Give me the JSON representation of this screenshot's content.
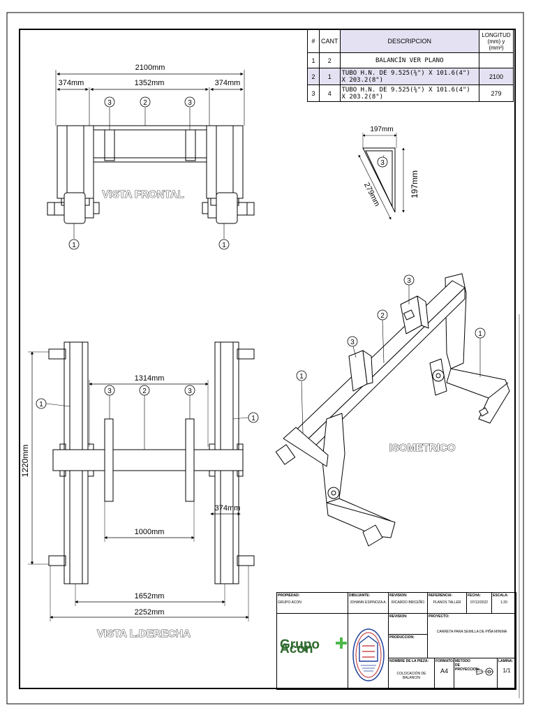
{
  "views": {
    "front": {
      "label": "VISTA FRONTAL",
      "dims": {
        "overall": "2100mm",
        "left": "374mm",
        "middle": "1352mm",
        "right": "374mm"
      }
    },
    "right_side": {
      "label": "VISTA L.DERECHA",
      "dims": {
        "top": "1314mm",
        "height": "1220mm",
        "inner": "1000mm",
        "side": "374mm",
        "lower": "1652mm",
        "bottom": "2252mm"
      }
    },
    "isometric": {
      "label": "ISOMETRICO"
    },
    "detail": {
      "dims": {
        "top": "197mm",
        "diag": "279mm",
        "right": "197mm"
      }
    }
  },
  "balloons": {
    "one": "1",
    "two": "2",
    "three": "3"
  },
  "bom": {
    "headers": {
      "num": "#",
      "qty": "CANT",
      "desc": "DESCRIPCION",
      "len": "LONGITUD (mm) y (mm²)"
    },
    "rows": [
      {
        "num": "1",
        "qty": "2",
        "desc": "BALANCÍN VER PLANO",
        "len": ""
      },
      {
        "num": "2",
        "qty": "1",
        "desc": "TUBO H.N. DE 9.525(⅜\") X 101.6(4\") X 203.2(8\")",
        "len": "2100"
      },
      {
        "num": "3",
        "qty": "4",
        "desc": "TUBO H.N. DE 9.525(⅜\") X 101.6(4\") X 203.2(8\")",
        "len": "279"
      }
    ]
  },
  "title_block": {
    "propiedad": {
      "label": "PROPIEDAD:",
      "value": "GRUPO ACON"
    },
    "dibujante": {
      "label": "DIBUJANTE:",
      "value": "JOHANN ESPINOZA A."
    },
    "revision1": {
      "label": "REVISION:",
      "value": "RICARDO BRICEÑO"
    },
    "referencia": {
      "label": "REFERENCIA:",
      "value": "PLANOS TALLER"
    },
    "fecha": {
      "label": "FECHA:",
      "value": "07/12/2022"
    },
    "escala": {
      "label": "ESCALA:",
      "value": "1:20"
    },
    "revision2": {
      "label": "REVISION:",
      "value": ""
    },
    "proyecto": {
      "label": "PROYECTO:",
      "value": "CARRETA PARA SEMILLA DE PIÑA  MINIMA"
    },
    "produccion": {
      "label": "PRODUCCION:",
      "value": ""
    },
    "pieza": {
      "label": "NOMBRE DE LA PIEZA:",
      "value": "COLOCACIÓN DE BALANCIN"
    },
    "formato": {
      "label": "FORMATO:",
      "value": "A4"
    },
    "metodo": {
      "label": "METODO DE PROYECCION:",
      "value": ""
    },
    "lamina": {
      "label": "LAMINA:",
      "value": "1/1"
    },
    "company": "Grupo Acón"
  },
  "colors": {
    "line": "#000000",
    "highlight": "#e4e2f2",
    "logo_green": "#2f6a2f",
    "seal_red": "#c0282a",
    "seal_blue": "#1e3f9a"
  }
}
